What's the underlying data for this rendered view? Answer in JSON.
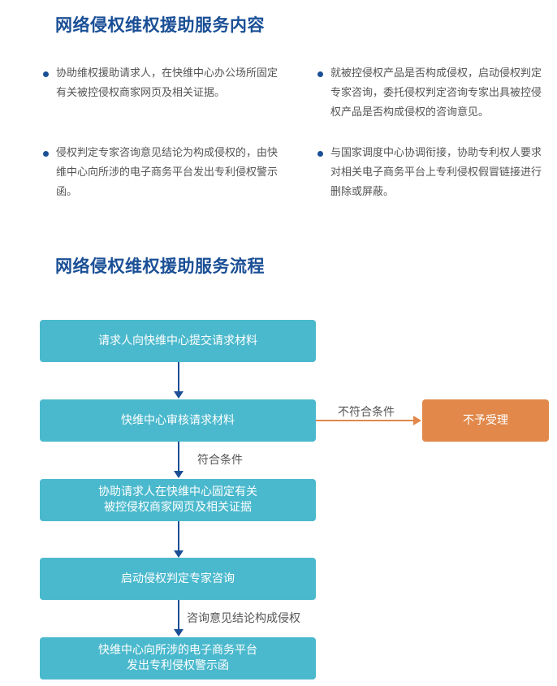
{
  "section1": {
    "title": "网络侵权维权援助服务内容",
    "items": [
      "协助维权援助请求人，在快维中心办公场所固定有关被控侵权商家网页及相关证据。",
      "就被控侵权产品是否构成侵权，启动侵权判定专家咨询，委托侵权判定咨询专家出具被控侵权产品是否构成侵权的咨询意见。",
      "侵权判定专家咨询意见结论为构成侵权的，由快维中心向所涉的电子商务平台发出专利侵权警示函。",
      "与国家调度中心协调衔接，协助专利权人要求对相关电子商务平台上专利侵权假冒链接进行删除或屏蔽。"
    ]
  },
  "section2": {
    "title": "网络侵权维权援助服务流程",
    "steps": [
      "请求人向快维中心提交请求材料",
      "快维中心审核请求材料",
      "协助请求人在快维中心固定有关\n被控侵权商家网页及相关证据",
      "启动侵权判定专家咨询",
      "快维中心向所涉的电子商务平台\n发出专利侵权警示函"
    ],
    "reject_box": "不予受理",
    "labels": {
      "not_qualified": "不符合条件",
      "qualified": "符合条件",
      "consult_result": "咨询意见结论构成侵权"
    }
  },
  "colors": {
    "title_blue": "#1a4f96",
    "step_teal": "#4bb9cd",
    "reject_orange": "#e1884a"
  }
}
